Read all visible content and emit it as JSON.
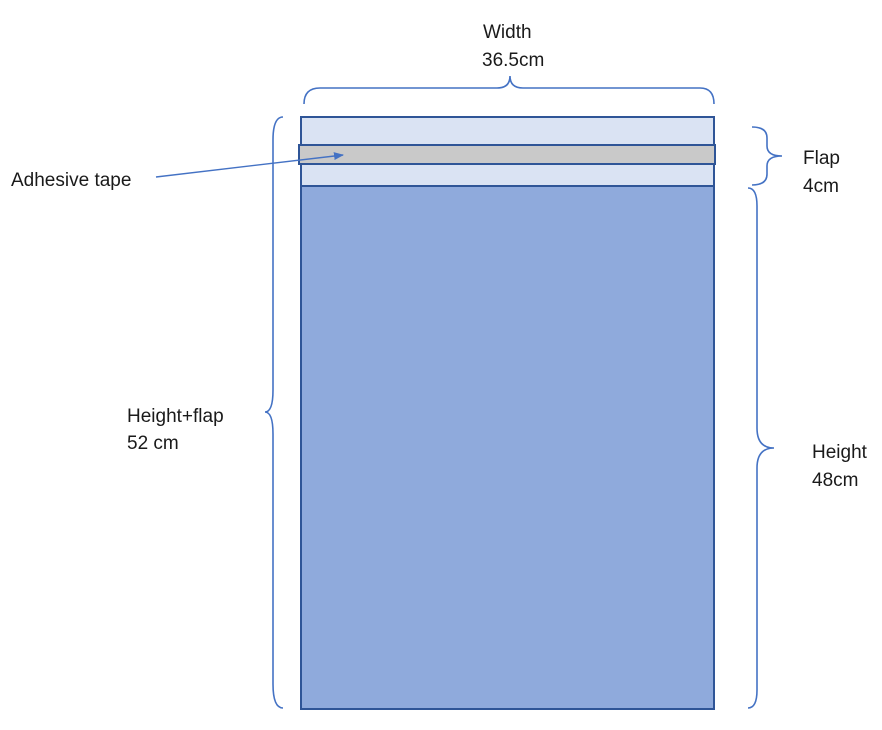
{
  "labels": {
    "width_title": "Width",
    "width_value": "36.5cm",
    "flap_title": "Flap",
    "flap_value": "4cm",
    "adhesive": "Adhesive tape",
    "height_flap_title": "Height+flap",
    "height_flap_value": "52 cm",
    "height_title": "Height",
    "height_value": "48cm"
  },
  "colors": {
    "body_fill": "#8FAADC",
    "flap_fill": "#DAE3F3",
    "tape_fill": "#C9C9C9",
    "outline": "#2F5597",
    "bracket": "#4472C4"
  }
}
